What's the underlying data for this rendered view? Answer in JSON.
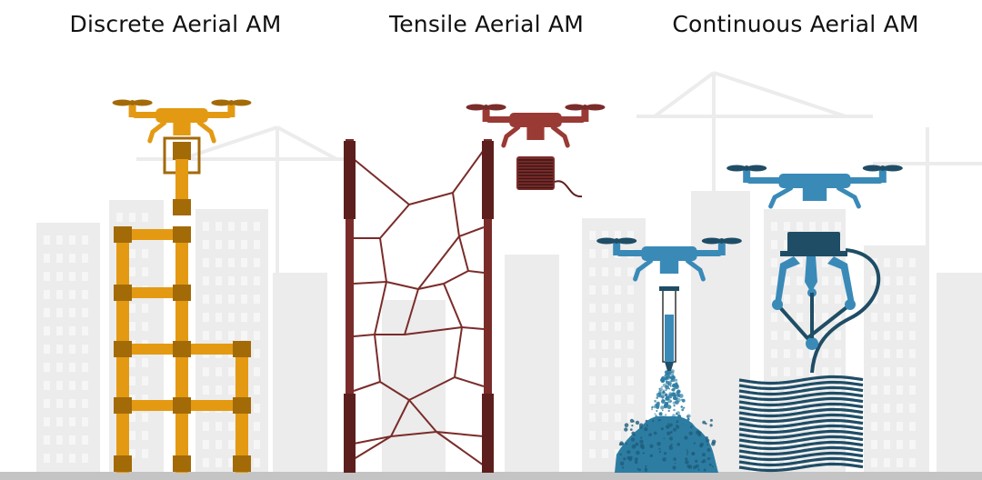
{
  "panels": [
    {
      "title": "Discrete Aerial AM",
      "color": "#e39a12",
      "dark": "#a36a08"
    },
    {
      "title": "Tensile Aerial AM",
      "color": "#9a3a34",
      "dark": "#7a2c2a"
    },
    {
      "title": "Continuous Aerial AM",
      "color": "#3a8ab8",
      "dark": "#1f4d66"
    }
  ],
  "colors": {
    "ground": "#c4c4c4",
    "city": "#ececec",
    "city_window": "#f6f6f6",
    "deposit": "#2d7da3"
  },
  "icons": [
    "drone-icon",
    "crane-icon",
    "building-icon",
    "syringe-icon",
    "spool-icon",
    "gripper-icon"
  ]
}
